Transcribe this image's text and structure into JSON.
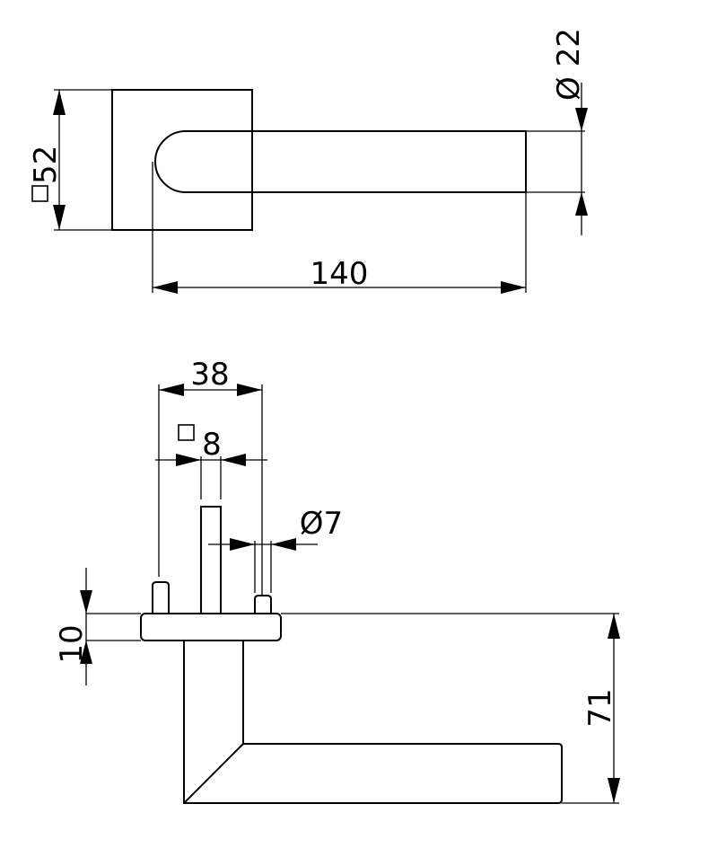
{
  "drawing": {
    "top_view": {
      "rose_size_label": "52",
      "rose_shape_symbol": "square",
      "lever_diameter_label": "Ø 22",
      "lever_length_label": "140"
    },
    "side_view": {
      "rose_depth_label": "38",
      "spindle_size_label": "8",
      "spindle_shape_symbol": "square",
      "pin_diameter_label": "Ø7",
      "rose_thickness_label": "10",
      "lever_height_label": "71"
    },
    "colors": {
      "line": "#000000",
      "background": "#ffffff"
    }
  }
}
